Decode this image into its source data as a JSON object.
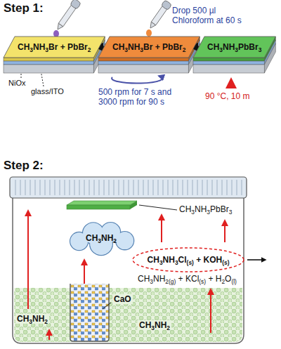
{
  "diagram": {
    "nodes": [
      {
        "text": [
          "CH3NH3Br + PbBr2"
        ]
      },
      {
        "text": [
          "CH3NH3Br + PbBr2"
        ]
      },
      {
        "text": [
          "CH3NH3PbBr3"
        ]
      },
      {
        "text": [
          "CH3NH2"
        ]
      },
      {
        "text": [
          "CH3NH3Cl(s) + KOH(s)"
        ]
      }
    ],
    "edges": [
      {
        "from": 0,
        "to": 1,
        "arrow": "to"
      },
      {
        "from": 1,
        "to": 2,
        "arrow": "to"
      }
    ],
    "labels": [
      "Step 1:",
      "Drop 500 µl Chloroform at 60 s",
      "NiOx",
      "glass/ITO",
      "500 rpm for 7 s and 3000 rpm for 90 s",
      "90 °C, 10 m",
      "Step 2:",
      "CH3NH3PbBr3",
      "CH3NH2(g) + KCl(s) + H2O(l)",
      "CaO",
      "CH3NH2",
      "CH3NH2"
    ]
  }
}
